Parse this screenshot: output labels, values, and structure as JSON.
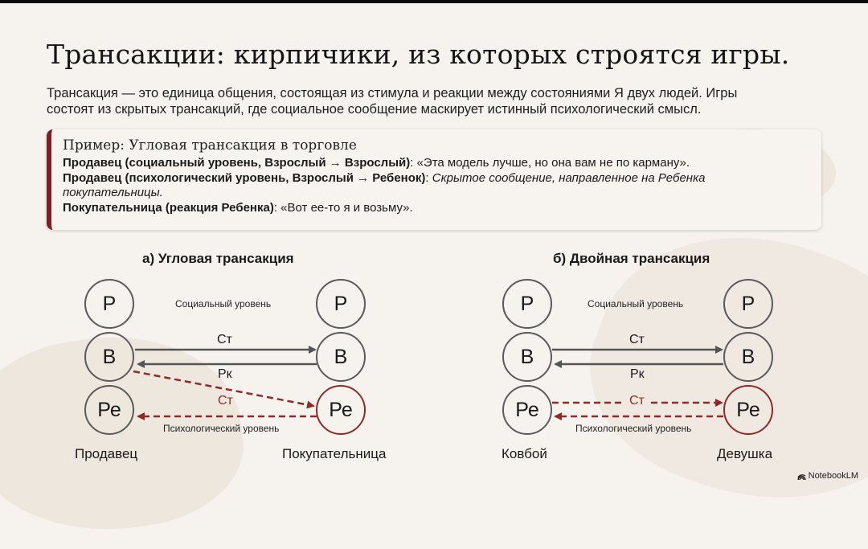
{
  "slide": {
    "title": "Трансакции: кирпичики, из которых строятся игры.",
    "intro_line1": "Трансакция — это единица общения, состоящая из стимула и реакции между состояниями Я двух людей. Игры",
    "intro_line2": "состоят из скрытых трансакций, где социальное сообщение маскирует истинный психологический смысл."
  },
  "example": {
    "title": "Пример: Угловая трансакция в торговле",
    "lines": [
      {
        "bold": "Продавец (социальный уровень, Взрослый → Взрослый)",
        "text": ": «Эта модель лучше, но она вам не по карману».",
        "italic": ""
      },
      {
        "bold": "Продавец (психологический уровень, Взрослый → Ребенок)",
        "text": ": ",
        "italic": "Скрытое сообщение, направленное на Ребенка покупательницы."
      },
      {
        "bold": "Покупательница (реакция Ребенка)",
        "text": ": «Вот ее-то я и возьму».",
        "italic": ""
      }
    ],
    "accent_color": "#7a1f22"
  },
  "diagrams": [
    {
      "title": "а) Угловая трансакция",
      "left_nodes": [
        "Р",
        "В",
        "Ре"
      ],
      "right_nodes": [
        "Р",
        "В",
        "Ре"
      ],
      "social_level": "Социальный уровень",
      "psych_level": "Психологический уровень",
      "arrow_stimulus": "Ст",
      "arrow_response": "Рк",
      "arrow_hidden": "Ст",
      "left_person": "Продавец",
      "right_person": "Покупательница"
    },
    {
      "title": "б) Двойная трансакция",
      "left_nodes": [
        "Р",
        "В",
        "Ре"
      ],
      "right_nodes": [
        "Р",
        "В",
        "Ре"
      ],
      "social_level": "Социальный уровень",
      "psych_level": "Психологический уровень",
      "arrow_stimulus": "Ст",
      "arrow_response": "Рк",
      "arrow_hidden": "Ст",
      "left_person": "Ковбой",
      "right_person": "Девушка"
    }
  ],
  "colors": {
    "social_arrow": "#555555",
    "hidden_arrow": "#8f2a2a"
  },
  "brand": {
    "icon": "notebooklm-logo-icon",
    "label": "NotebookLM"
  }
}
